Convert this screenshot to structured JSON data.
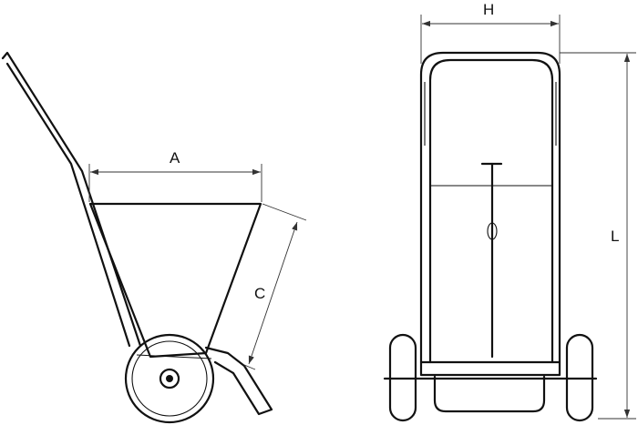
{
  "dimensions": {
    "a": {
      "label": "A"
    },
    "c": {
      "label": "C"
    },
    "h": {
      "label": "H"
    },
    "l": {
      "label": "L"
    }
  }
}
